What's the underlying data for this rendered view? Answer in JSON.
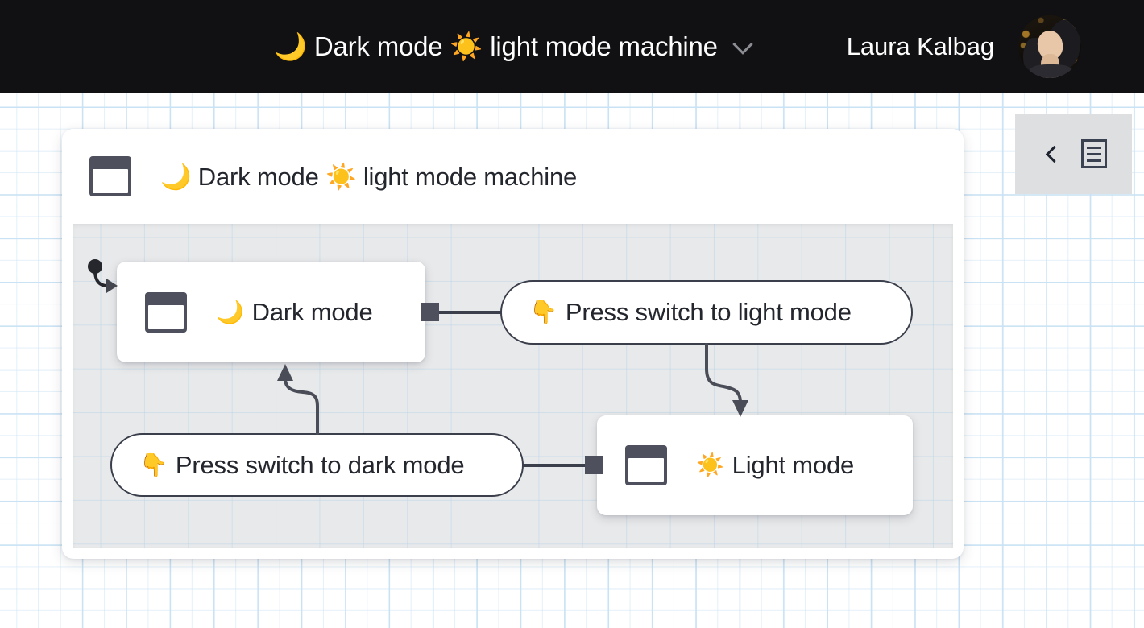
{
  "topbar": {
    "machine_title": "🌙 Dark mode ☀️ light mode machine",
    "dropdown_icon": "chevron-down-icon",
    "user_name": "Laura Kalbag",
    "avatar_icon": "user-avatar-photo"
  },
  "panel_toggle": {
    "collapse_icon": "chevron-left-icon",
    "panel_icon": "document-panel-icon"
  },
  "machine": {
    "icon": "machine-window-icon",
    "title": "🌙 Dark mode ☀️ light mode machine",
    "nodes": {
      "dark_state": {
        "icon": "state-window-icon",
        "emoji": "🌙",
        "label": "Dark mode",
        "type": "state",
        "initial": true
      },
      "light_state": {
        "icon": "state-window-icon",
        "emoji": "☀️",
        "label": "Light mode",
        "type": "state",
        "initial": false
      },
      "event_to_light": {
        "emoji": "👇",
        "label": "Press switch to light mode",
        "type": "event"
      },
      "event_to_dark": {
        "emoji": "👇",
        "label": "Press switch to dark mode",
        "type": "event"
      }
    }
  },
  "colors": {
    "topbar_bg": "#111113",
    "canvas_bg": "#ffffff",
    "grid_line": "#c9e2f4",
    "machine_body_bg": "#e8e9ea",
    "node_bg": "#ffffff",
    "edge_stroke": "#3b3f4b",
    "icon_dark": "#4e505e",
    "panel_bg": "#dddfe1",
    "text_primary": "#24262e"
  }
}
